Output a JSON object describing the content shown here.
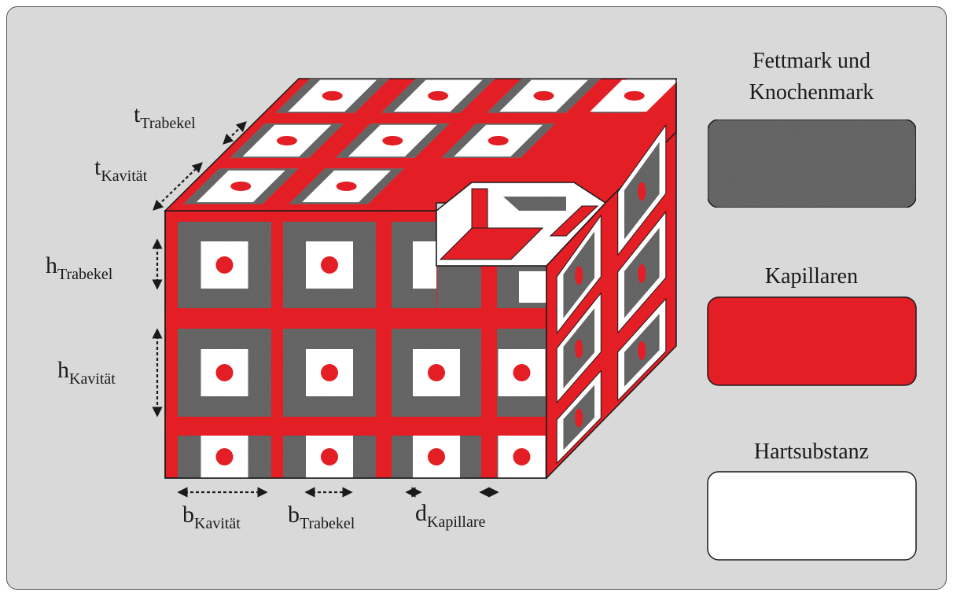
{
  "legend": [
    {
      "label_line1": "Fettmark und",
      "label_line2": "Knochenmark",
      "fill": "#6e6e6e",
      "name": "marrow"
    },
    {
      "label_line1": "Kapillaren",
      "label_line2": "",
      "fill": "#e31e24",
      "name": "capillary"
    },
    {
      "label_line1": "Hartsubstanz",
      "label_line2": "",
      "fill": "#ffffff",
      "name": "hard"
    }
  ],
  "dimensions": {
    "t_trabekel": {
      "main": "t",
      "sub": "Trabekel"
    },
    "t_kavitaet": {
      "main": "t",
      "sub": "Kavität"
    },
    "h_trabekel": {
      "main": "h",
      "sub": "Trabekel"
    },
    "h_kavitaet": {
      "main": "h",
      "sub": "Kavität"
    },
    "b_kavitaet": {
      "main": "b",
      "sub": "Kavität"
    },
    "b_trabekel": {
      "main": "b",
      "sub": "Trabekel"
    },
    "d_kapillare": {
      "main": "d",
      "sub": "Kapillare"
    }
  },
  "colors": {
    "background": "#d9d9d9",
    "marrow": "#6e6e6e",
    "capillary": "#e31e24",
    "hard": "#ffffff",
    "outline": "#1a1a1a"
  }
}
